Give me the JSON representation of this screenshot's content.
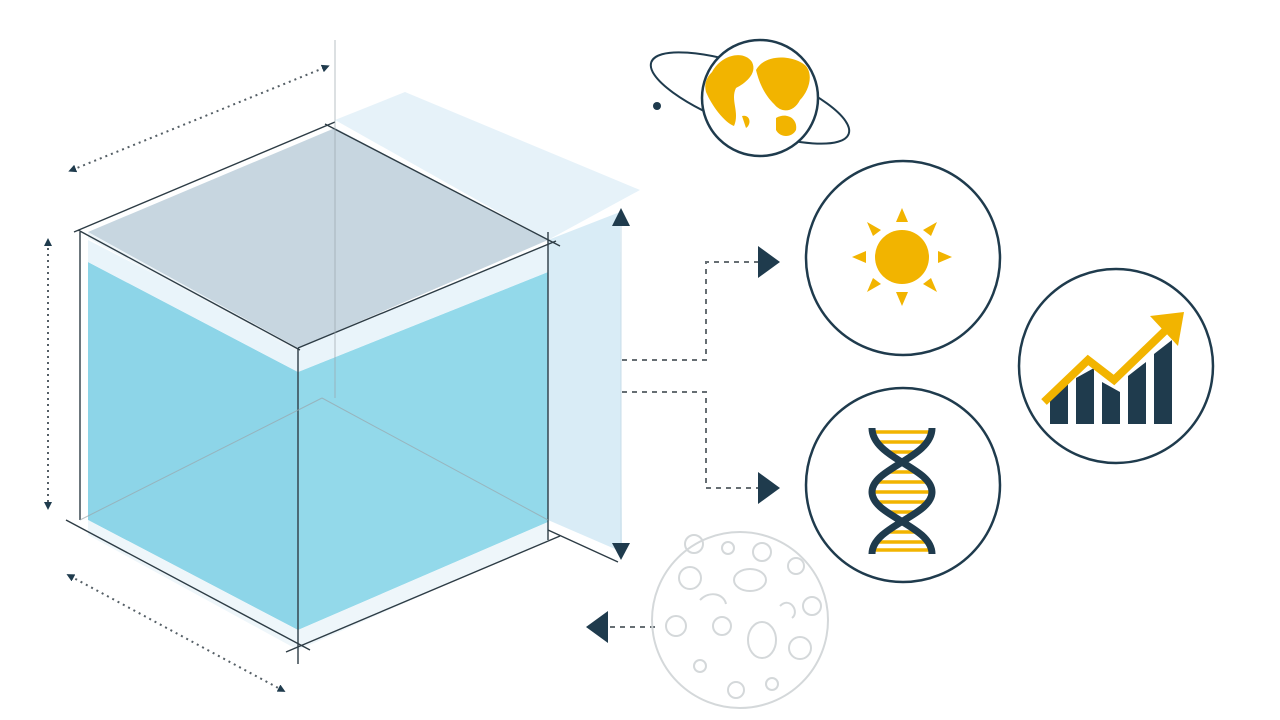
{
  "colors": {
    "navy": "#1f3b4d",
    "water": "#8fd6e8",
    "glass": "#dcecf5",
    "gold": "#f2b400",
    "dotted": "#555f66",
    "faint": "#c8cdd0",
    "background": "#ffffff"
  },
  "diagram": {
    "main_element": "transparent-cube-filled-with-water",
    "dimension_arrows": [
      "depth-arrow-top",
      "height-arrow-left",
      "width-arrow-bottom",
      "height-arrow-right"
    ],
    "flow_connectors": [
      "connector-to-sun",
      "connector-to-dna",
      "connector-from-microbe-circle"
    ],
    "icons": [
      {
        "name": "globe-orbit-icon",
        "circled": false
      },
      {
        "name": "sun-icon",
        "circled": true
      },
      {
        "name": "growth-chart-icon",
        "circled": true
      },
      {
        "name": "dna-icon",
        "circled": true
      },
      {
        "name": "microbe-sketch-icon",
        "circled": false,
        "faded": true
      }
    ]
  }
}
